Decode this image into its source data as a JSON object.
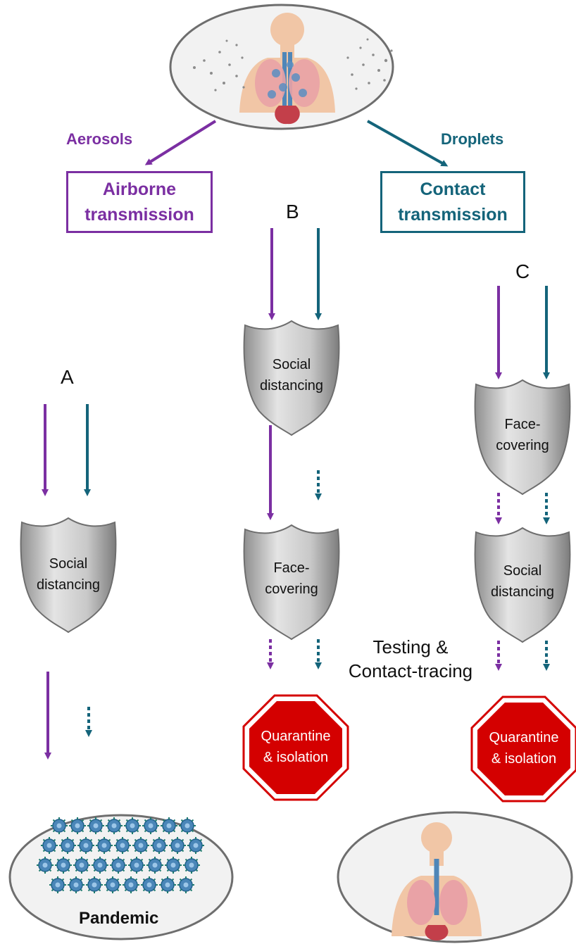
{
  "top": {
    "aerosols_label": "Aerosols",
    "droplets_label": "Droplets"
  },
  "boxes": {
    "airborne": [
      "Airborne",
      "transmission"
    ],
    "contact": [
      "Contact",
      "transmission"
    ]
  },
  "pathways": {
    "a": {
      "letter": "A",
      "shield1": [
        "Social",
        "distancing"
      ]
    },
    "b": {
      "letter": "B",
      "shield1": [
        "Social",
        "distancing"
      ],
      "shield2": [
        "Face-",
        "covering"
      ],
      "stop": [
        "Quarantine",
        "& isolation"
      ]
    },
    "c": {
      "letter": "C",
      "shield1": [
        "Face-",
        "covering"
      ],
      "shield2": [
        "Social",
        "distancing"
      ],
      "stop": [
        "Quarantine",
        "& isolation"
      ]
    }
  },
  "testing_label": [
    "Testing &",
    "Contact-tracing"
  ],
  "pandemic_label": "Pandemic",
  "colors": {
    "purple": "#7b2fa2",
    "teal": "#14647a",
    "stop_red": "#d40000",
    "shield_gray": "#b9b9b9"
  }
}
